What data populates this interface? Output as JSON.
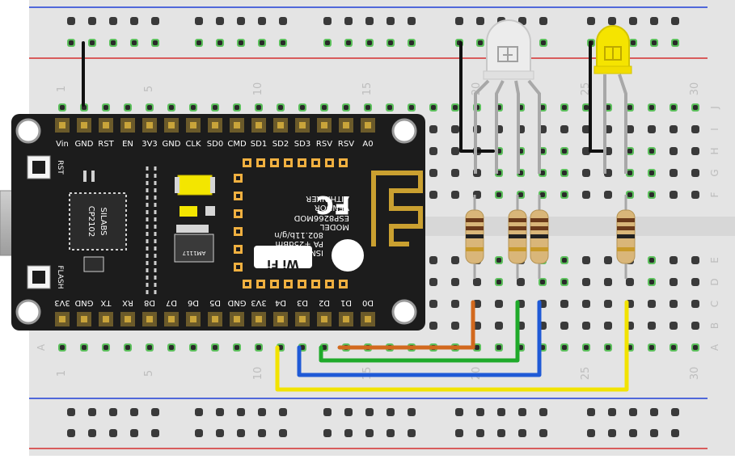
{
  "colors": {
    "board": "#e4e4e4",
    "rail_red": "#d32f2f",
    "rail_blue": "#1e3fd6",
    "hole_dark": "#3a3a3a",
    "hole_green": "#5cc05c",
    "mcu": "#1c1c1c",
    "wire_black": "#111111",
    "wire_orange": "#d2691e",
    "wire_green": "#1faa2a",
    "wire_blue": "#1f5ad6",
    "wire_yellow": "#f2e300",
    "resistor_body": "#d9b679",
    "led_yellow": "#f5e400",
    "led_rgb": "#ececec"
  },
  "breadboard": {
    "columns_top": [
      "1",
      "5",
      "10",
      "15",
      "20",
      "25",
      "30"
    ],
    "columns_bottom": [
      "1",
      "5",
      "10",
      "15",
      "20",
      "25",
      "30"
    ],
    "rows_top": [
      "J",
      "I",
      "H",
      "G",
      "F"
    ],
    "rows_bottom": [
      "E",
      "D",
      "C",
      "B",
      "A"
    ]
  },
  "mcu": {
    "top_pins": [
      "Vin",
      "GND",
      "RST",
      "EN",
      "3V3",
      "GND",
      "CLK",
      "SD0",
      "CMD",
      "SD1",
      "SD2",
      "SD3",
      "RSV",
      "RSV",
      "A0"
    ],
    "bottom_pins": [
      "3V3",
      "GND",
      "TX",
      "RX",
      "D8",
      "D7",
      "D6",
      "D5",
      "GND",
      "3V3",
      "D4",
      "D3",
      "D2",
      "D1",
      "D0"
    ],
    "rst_label": "RST",
    "flash_label": "FLASH",
    "usb_chip": [
      "SILABS",
      "CP2102"
    ],
    "regulator": "AM1117",
    "module_text": [
      "MODEL",
      "ESP8266MOD",
      "VENDOR",
      "AITHINKER",
      "ISM 2.4GHz",
      "PA +25dBm",
      "802.11b/g/n"
    ],
    "fc_mark": "FC",
    "wifi_mark": "Wi Fi"
  }
}
